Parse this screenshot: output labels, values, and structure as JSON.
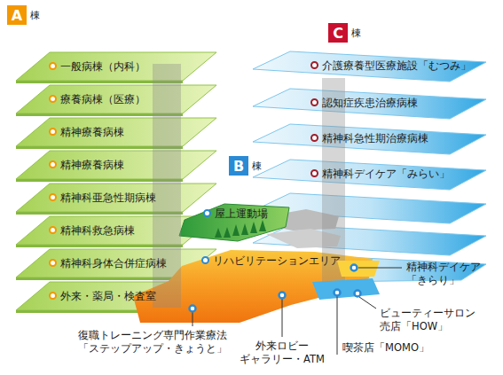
{
  "diagram": {
    "nodes": [
      {
        "text": [
          "一般病棟（内科）"
        ]
      },
      {
        "text": [
          "療養病棟（医療）"
        ]
      },
      {
        "text": [
          "精神療養病棟"
        ]
      },
      {
        "text": [
          "精神療養病棟"
        ]
      },
      {
        "text": [
          "精神科亜急性期病棟"
        ]
      },
      {
        "text": [
          "精神科救急病棟"
        ]
      },
      {
        "text": [
          "精神科身体合併症病棟"
        ]
      },
      {
        "text": [
          "外来・薬局・検査室"
        ]
      },
      {
        "text": [
          "介護療養型医療施設「むつみ」"
        ]
      },
      {
        "text": [
          "認知症疾患治療病棟"
        ]
      },
      {
        "text": [
          "精神科急性期治療病棟"
        ]
      },
      {
        "text": [
          "精神科デイケア「みらい」"
        ]
      },
      {
        "text": [
          "屋上運動場"
        ]
      },
      {
        "text": [
          "リハビリテーションエリア"
        ]
      }
    ],
    "labels": [
      "A",
      "棟",
      "C",
      "棟",
      "B",
      "棟",
      "精神科デイケア 「きらり」",
      "ビューティーサロン 売店「HOW」",
      "喫茶店「MOMO」",
      "外来ロビー ギャラリー・ATM",
      "復職トレーニング専門作業療法 「ステップアップ・きょうと」"
    ]
  }
}
